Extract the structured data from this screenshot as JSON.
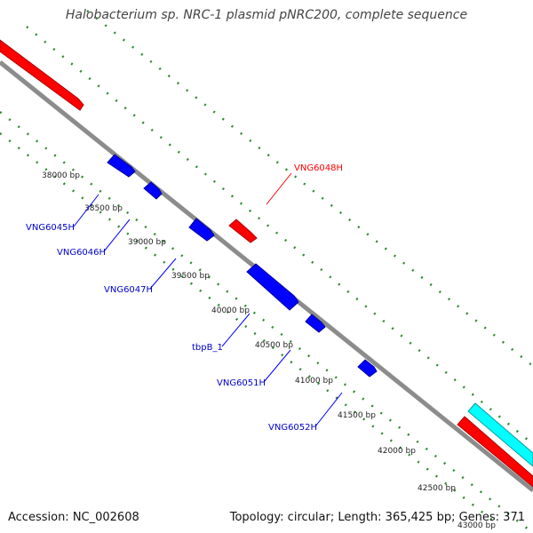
{
  "title": "Halobacterium sp. NRC-1 plasmid pNRC200, complete sequence",
  "footer": {
    "accession": "Accession: NC_002608",
    "topology": "Topology: circular; Length: 365,425 bp; Genes: 371"
  },
  "colors": {
    "forward_gene": "#ff0000",
    "reverse_gene": "#0000ff",
    "rna_feature": "#00ffff",
    "backbone": "#8c8c8c",
    "tick": "#2e8b2e"
  },
  "bp_ticks": [
    "38000 bp",
    "38500 bp",
    "39000 bp",
    "39500 bp",
    "40000 bp",
    "40500 bp",
    "41000 bp",
    "41500 bp",
    "42000 bp",
    "42500 bp",
    "43000 bp"
  ],
  "gene_labels": [
    {
      "text": "VNG6048H",
      "strand": "forward"
    },
    {
      "text": "VNG6045H",
      "strand": "reverse"
    },
    {
      "text": "VNG6046H",
      "strand": "reverse"
    },
    {
      "text": "VNG6047H",
      "strand": "reverse"
    },
    {
      "text": "tbpB_1",
      "strand": "reverse"
    },
    {
      "text": "VNG6051H",
      "strand": "reverse"
    },
    {
      "text": "VNG6052H",
      "strand": "reverse"
    }
  ]
}
